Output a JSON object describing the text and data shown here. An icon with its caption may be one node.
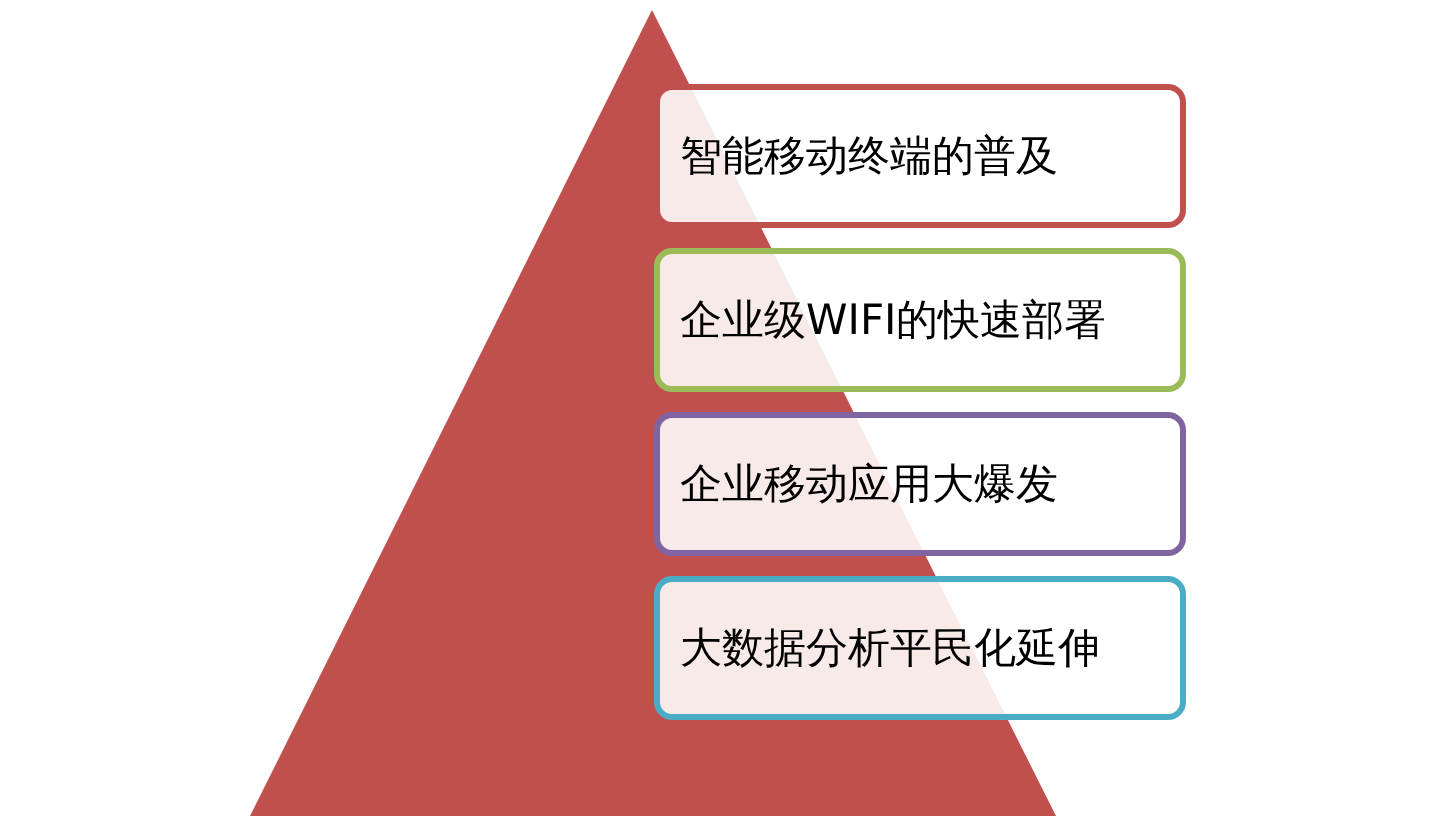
{
  "diagram": {
    "nodes": [
      {
        "text": [],
        "shape": "triangle"
      },
      {
        "text": [
          "智能移动终端的普及"
        ]
      },
      {
        "text": [
          "企业级WIFI的快速部署"
        ]
      },
      {
        "text": [
          "企业移动应用大爆发"
        ]
      },
      {
        "text": [
          "大数据分析平民化延伸"
        ]
      }
    ]
  }
}
